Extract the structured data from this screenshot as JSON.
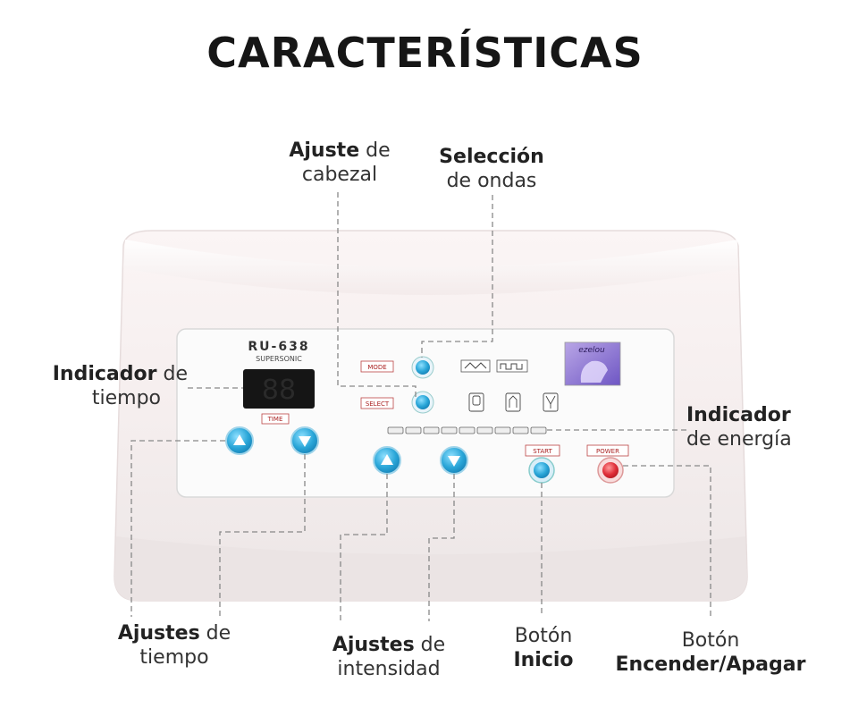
{
  "title": "CARACTERÍSTICAS",
  "device": {
    "model": "RU-638",
    "subtitle": "SUPERSONIC",
    "logo_script": "ezelou",
    "display_digits": "88",
    "buttons": {
      "mode": "MODE",
      "select": "SELECT",
      "time": "TIME",
      "start": "START",
      "power": "POWER"
    }
  },
  "callouts": {
    "ajuste_cabezal": {
      "bold": "Ajuste",
      "rest1": " de",
      "line2": "cabezal"
    },
    "seleccion_ondas": {
      "line1": "Selección",
      "line2": "de ondas"
    },
    "indicador_tiempo": {
      "bold": "Indicador",
      "rest1": " de",
      "line2": "tiempo"
    },
    "indicador_energia": {
      "line1": "Indicador",
      "line2": "de energía"
    },
    "ajustes_tiempo": {
      "bold": "Ajustes",
      "rest1": " de",
      "line2": "tiempo"
    },
    "ajustes_intensidad": {
      "bold": "Ajustes",
      "rest1": " de",
      "line2": "intensidad"
    },
    "boton_inicio": {
      "line1": "Botón",
      "line2": "Inicio"
    },
    "boton_encender": {
      "line1": "Botón",
      "line2": "Encender/Apagar"
    }
  },
  "colors": {
    "button_blue": "#2aa6d8",
    "power_red": "#e0303a",
    "device_body": "#f4efef",
    "panel": "#fafafa"
  },
  "icons": [
    "triangle-wave-icon",
    "square-wave-icon",
    "head-probe-icon-1",
    "head-probe-icon-2",
    "head-probe-icon-3",
    "up-arrow-icon",
    "down-arrow-icon"
  ]
}
